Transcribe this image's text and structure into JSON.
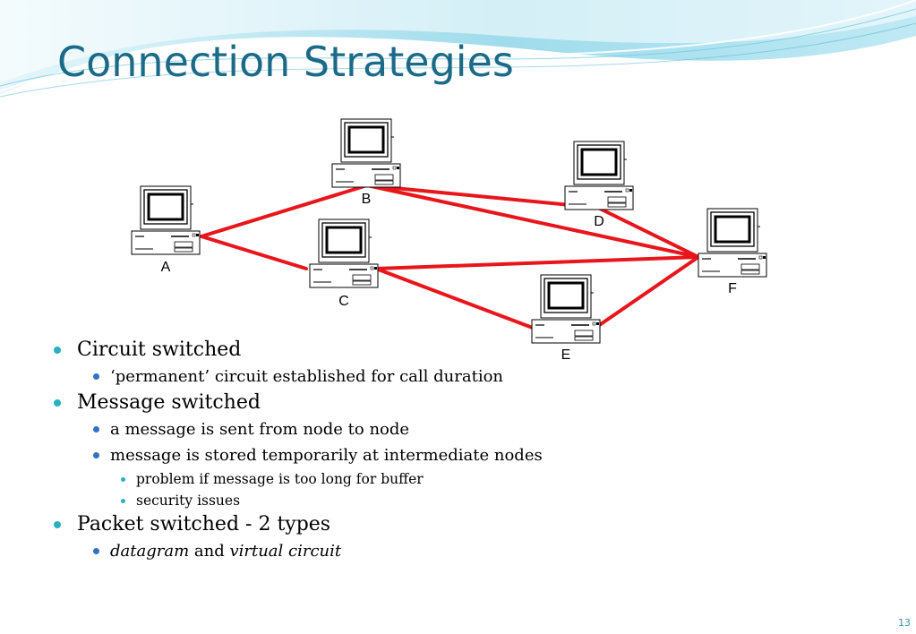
{
  "title": "Connection Strategies",
  "slide_number": "13",
  "diagram": {
    "nodes": [
      {
        "id": "A",
        "label": "A"
      },
      {
        "id": "B",
        "label": "B"
      },
      {
        "id": "C",
        "label": "C"
      },
      {
        "id": "D",
        "label": "D"
      },
      {
        "id": "E",
        "label": "E"
      },
      {
        "id": "F",
        "label": "F"
      }
    ],
    "links": [
      [
        "A",
        "B"
      ],
      [
        "A",
        "C"
      ],
      [
        "B",
        "D"
      ],
      [
        "B",
        "F"
      ],
      [
        "D",
        "F"
      ],
      [
        "C",
        "F"
      ],
      [
        "C",
        "E"
      ],
      [
        "E",
        "F"
      ]
    ],
    "link_color": "#e8161b"
  },
  "bullets": [
    {
      "text": "Circuit switched",
      "level": 1
    },
    {
      "text": "‘permanent’ circuit established for call duration",
      "level": 2
    },
    {
      "text": "Message switched",
      "level": 1
    },
    {
      "text": "a message is sent from node to node",
      "level": 2
    },
    {
      "text": "message is stored temporarily at intermediate nodes",
      "level": 2
    },
    {
      "text": "problem if message is too long for buffer",
      "level": 3
    },
    {
      "text": "security issues",
      "level": 3
    },
    {
      "text": "Packet switched - 2 types",
      "level": 1
    }
  ],
  "last_bullet": {
    "italic1": "datagram",
    "plain": " and ",
    "italic2": "virtual circuit"
  },
  "theme": {
    "title_color": "#1a6a88",
    "accent": "#28b0c0",
    "wave_color": "#8fd3e6"
  }
}
